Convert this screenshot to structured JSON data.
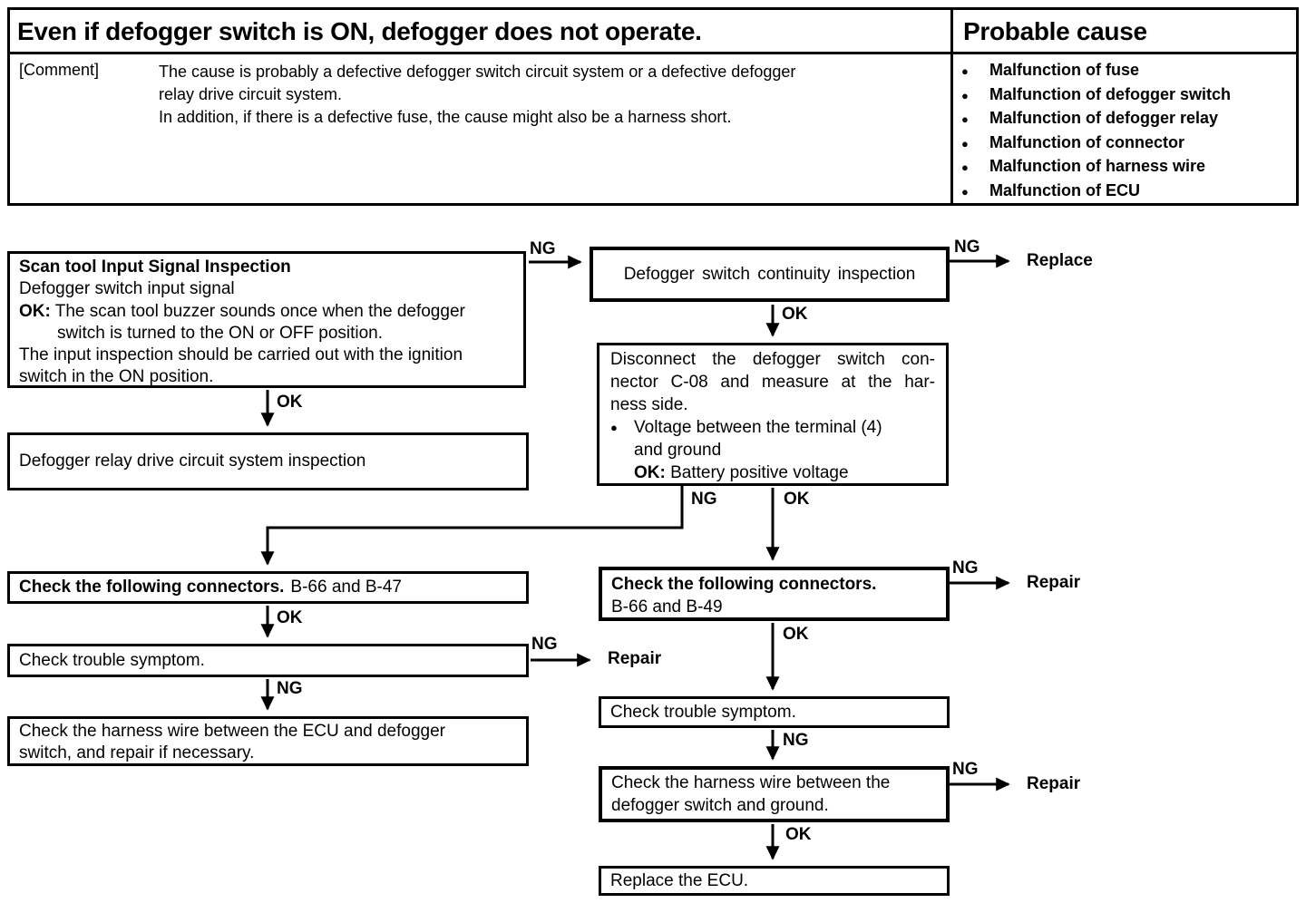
{
  "bullet": "●",
  "header": {
    "title": "Even if defogger switch is ON, defogger does not operate.",
    "comment_label": "[Comment]",
    "comment": {
      "line1": "The cause is probably a defective defogger switch circuit system or a defective defogger",
      "line2": "relay drive circuit system.",
      "line3": "In addition, if there is a defective fuse, the cause might also be a harness short."
    },
    "probable_cause_title": "Probable cause",
    "causes": [
      "Malfunction of fuse",
      "Malfunction of defogger switch",
      "Malfunction of defogger relay",
      "Malfunction of connector",
      "Malfunction of harness wire",
      "Malfunction of ECU"
    ]
  },
  "flowchart": {
    "labels": {
      "ok": "OK",
      "ng": "NG",
      "replace": "Replace",
      "repair": "Repair"
    },
    "scan_box": {
      "title": "Scan tool Input Signal Inspection",
      "line2": "Defogger switch input signal",
      "ok_prefix": "OK:",
      "ok_text": " The scan tool buzzer sounds once when the defogger",
      "ok_cont": "switch is turned to the ON or OFF position.",
      "line5": "The input inspection should be carried out with the ignition",
      "line6": "switch in the ON position."
    },
    "relay_box": "Defogger relay drive circuit system inspection",
    "continuity_box": "Defogger switch continuity inspection",
    "disconnect_box": {
      "line1": "Disconnect the defogger switch con-",
      "line2": "nector C-08 and measure at the har-",
      "line3": "ness side.",
      "line4": "Voltage between the terminal (4)",
      "line5": "and ground",
      "ok_prefix": "OK:",
      "ok_text": " Battery positive voltage"
    },
    "connectors_left_box": {
      "bold": "Check the following connectors.",
      "rest": "B-66 and B-47"
    },
    "connectors_right_box": {
      "bold": "Check the following connectors.",
      "rest": "B-66 and B-49"
    },
    "symptom_left_box": "Check trouble symptom.",
    "symptom_right_box": "Check trouble symptom.",
    "harness_ecu_box": {
      "line1": "Check the harness wire between the ECU and defogger",
      "line2": "switch, and repair if necessary."
    },
    "harness_ground_box": {
      "line1": "Check the harness wire between the",
      "line2": "defogger switch and ground."
    },
    "replace_ecu_box": "Replace the ECU."
  }
}
